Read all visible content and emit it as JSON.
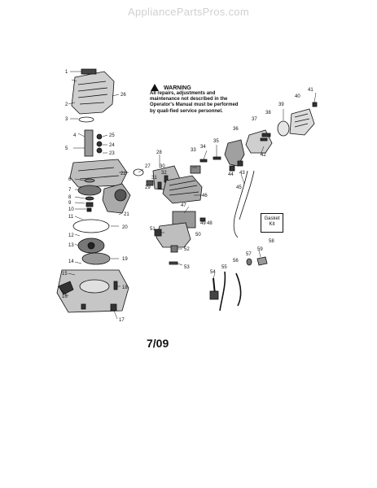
{
  "watermark": "AppliancePartsPros.com",
  "warning": {
    "title": "WARNING",
    "text": "All repairs, adjustments and maintenance not described in the Operator's Manual must be performed by quali-fied service personnel."
  },
  "gasket_kit_label": "Gasket Kit",
  "date_code": "7/09",
  "callouts": [
    "1",
    "2",
    "3",
    "4",
    "5",
    "6",
    "7",
    "8",
    "9",
    "10",
    "11",
    "12",
    "13",
    "14",
    "15",
    "16",
    "17",
    "18",
    "19",
    "20",
    "21",
    "22",
    "23",
    "24",
    "25",
    "26",
    "27",
    "28",
    "29",
    "30",
    "31",
    "32",
    "33",
    "34",
    "35",
    "36",
    "37",
    "38",
    "39",
    "40",
    "41",
    "42",
    "43",
    "44",
    "45",
    "46",
    "47",
    "48",
    "49",
    "50",
    "51",
    "52",
    "53",
    "54",
    "55",
    "56",
    "57",
    "58",
    "59"
  ]
}
